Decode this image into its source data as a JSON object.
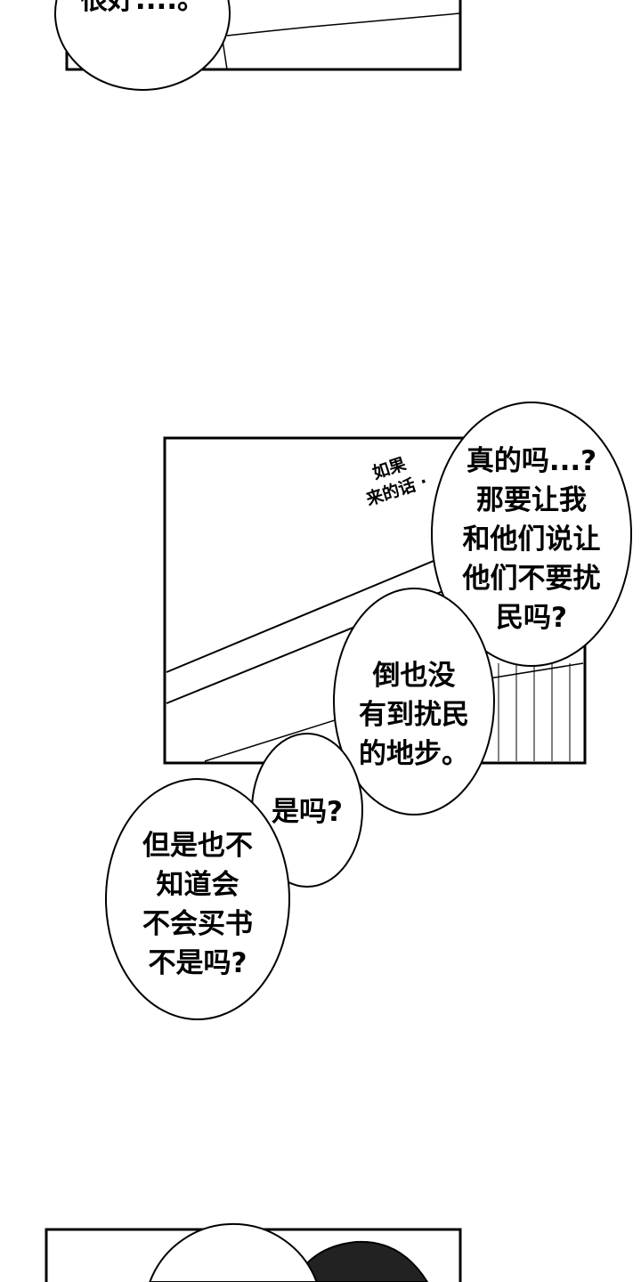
{
  "panels": [
    {
      "bubbles": [
        {
          "lines": [
            "很好....。"
          ]
        }
      ]
    },
    {
      "sfx": {
        "lines": [
          "如果",
          "来的话 ·"
        ]
      },
      "bubbles": [
        {
          "lines": [
            "真的吗...?",
            "那要让我",
            "和他们说让",
            "他们不要扰",
            "民吗?"
          ]
        },
        {
          "lines": [
            "倒也没",
            "有到扰民",
            "的地步。"
          ]
        },
        {
          "lines": [
            "是吗?"
          ]
        },
        {
          "lines": [
            "但是也不",
            "知道会",
            "不会买书",
            "不是吗?"
          ]
        }
      ]
    },
    {
      "bubbles": []
    }
  ]
}
